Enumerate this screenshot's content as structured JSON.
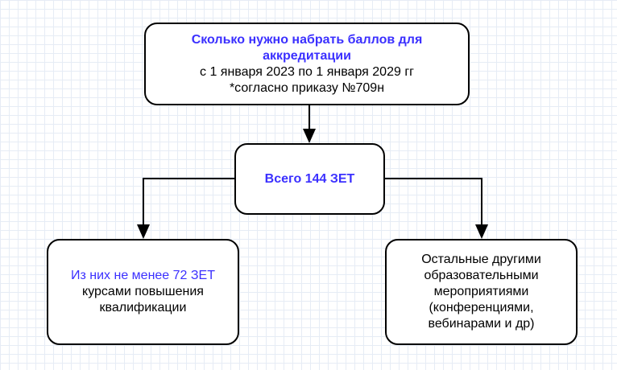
{
  "top": {
    "title": "Сколько нужно набрать баллов для аккредитации",
    "period": "с 1 января 2023 по 1 января 2029 гг",
    "note": "*согласно приказу №709н"
  },
  "middle": {
    "label": "Всего 144 ЗЕТ"
  },
  "left": {
    "highlight": "Из них не менее 72 ЗЕТ",
    "text": "курсами повышения квалификации"
  },
  "right": {
    "text": "Остальные другими образовательными мероприятиями (конференциями, вебинарами и др)"
  },
  "colors": {
    "accent": "#3b30ff"
  }
}
